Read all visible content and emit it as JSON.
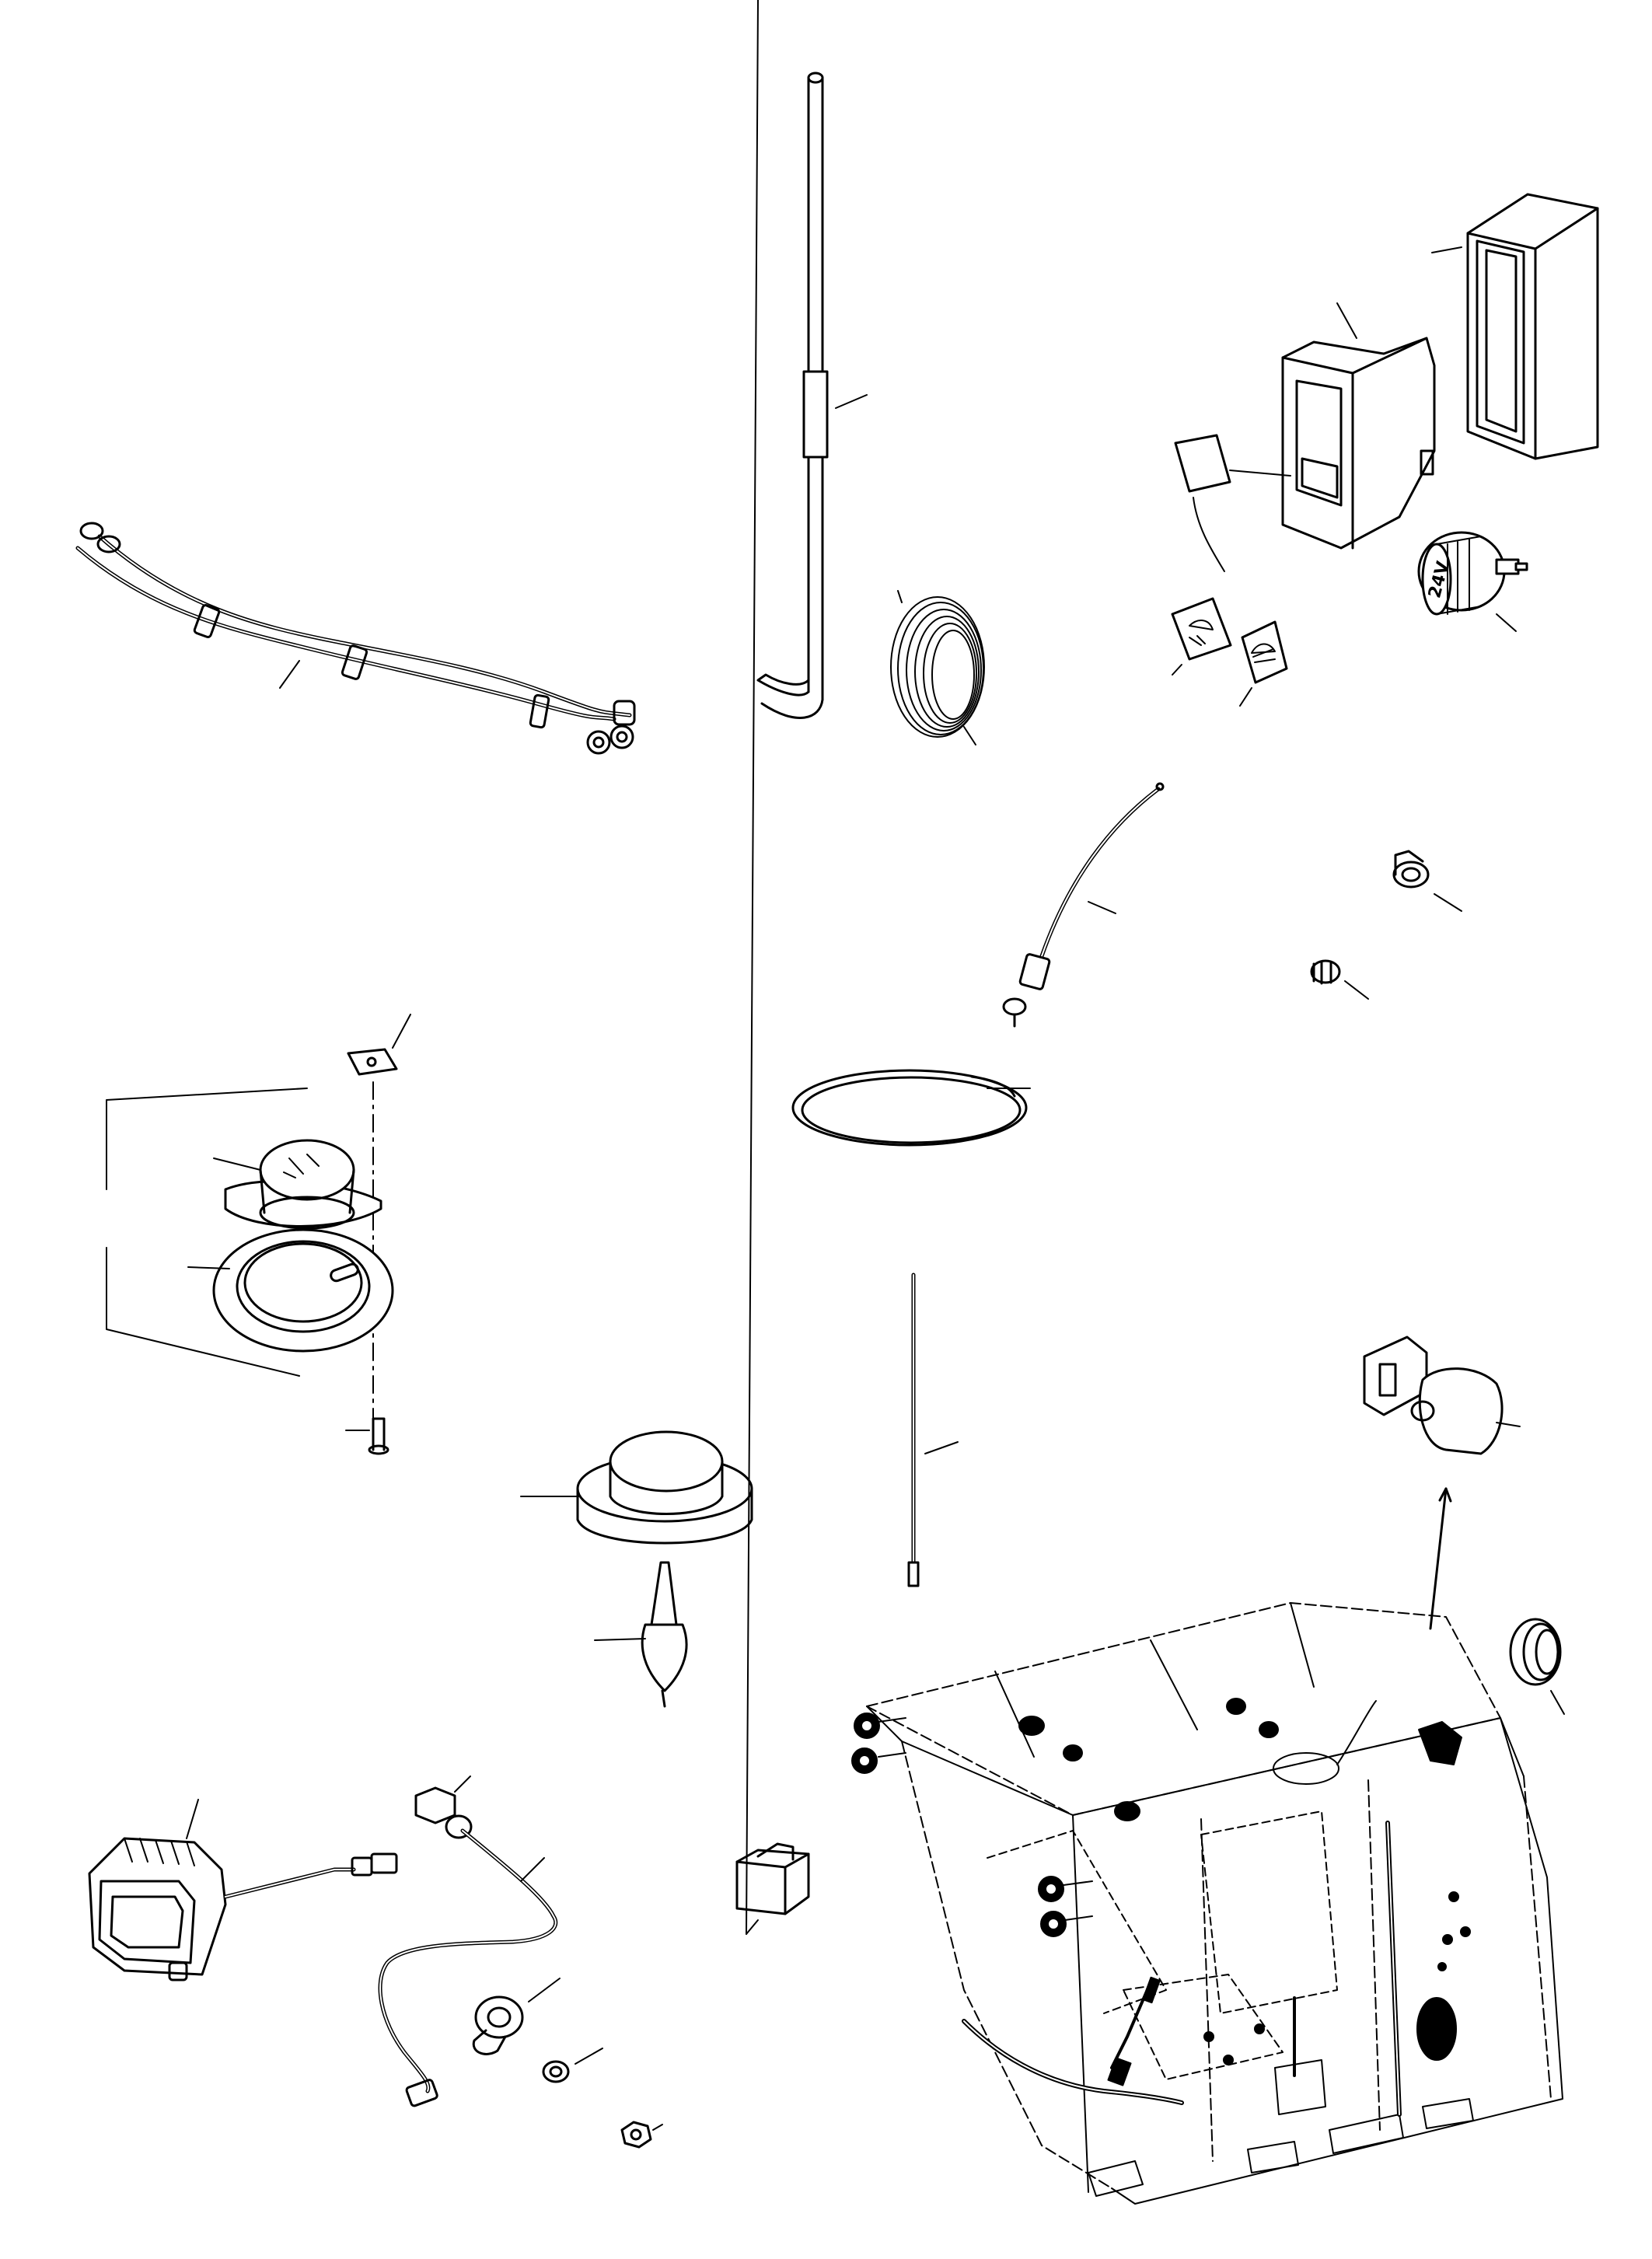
{
  "diagram": {
    "kind": "exploded parts illustration",
    "line_color": "#000000",
    "background": "#ffffff",
    "printed_text": {
      "socket_marking": "24V"
    },
    "parts": [
      {
        "id": "wiring-harness",
        "icon": "wiring-harness-icon"
      },
      {
        "id": "antenna-mast",
        "icon": "antenna-rod-icon"
      },
      {
        "id": "coiled-cable",
        "icon": "cable-coil-icon"
      },
      {
        "id": "rocker-switch",
        "icon": "rocker-switch-icon"
      },
      {
        "id": "switch-housing",
        "icon": "switch-housing-icon"
      },
      {
        "id": "switch-symbol-insert",
        "icon": "symbol-insert-icon"
      },
      {
        "id": "work-light-symbol-low",
        "icon": "light-symbol-icon"
      },
      {
        "id": "work-light-symbol-high",
        "icon": "light-symbol-icon"
      },
      {
        "id": "power-socket-24v",
        "icon": "power-socket-icon"
      },
      {
        "id": "whip-antenna",
        "icon": "whip-antenna-icon"
      },
      {
        "id": "cable-clip-large",
        "icon": "cable-clip-icon"
      },
      {
        "id": "cable-clip-small",
        "icon": "cable-clip-icon"
      },
      {
        "id": "cable-loop",
        "icon": "cable-loop-icon"
      },
      {
        "id": "speaker-nut-plate",
        "icon": "nut-plate-icon"
      },
      {
        "id": "speaker",
        "icon": "speaker-icon"
      },
      {
        "id": "speaker-grille",
        "icon": "speaker-grille-icon"
      },
      {
        "id": "speaker-screw",
        "icon": "screw-icon"
      },
      {
        "id": "beacon-base",
        "icon": "beacon-base-icon"
      },
      {
        "id": "beacon-lamp",
        "icon": "lamp-bulb-icon"
      },
      {
        "id": "rod-antenna",
        "icon": "antenna-rod-icon"
      },
      {
        "id": "mirror-bracket",
        "icon": "mirror-bracket-icon"
      },
      {
        "id": "grommet",
        "icon": "grommet-icon"
      },
      {
        "id": "work-lamp",
        "icon": "work-lamp-icon"
      },
      {
        "id": "lamp-cable",
        "icon": "cable-icon"
      },
      {
        "id": "cable-gland",
        "icon": "cable-gland-icon"
      },
      {
        "id": "p-clamp",
        "icon": "p-clamp-icon"
      },
      {
        "id": "washer",
        "icon": "washer-icon"
      },
      {
        "id": "nut",
        "icon": "nut-icon"
      },
      {
        "id": "relay",
        "icon": "relay-icon"
      },
      {
        "id": "cab-assembly",
        "icon": "cab-structure-icon"
      }
    ]
  }
}
